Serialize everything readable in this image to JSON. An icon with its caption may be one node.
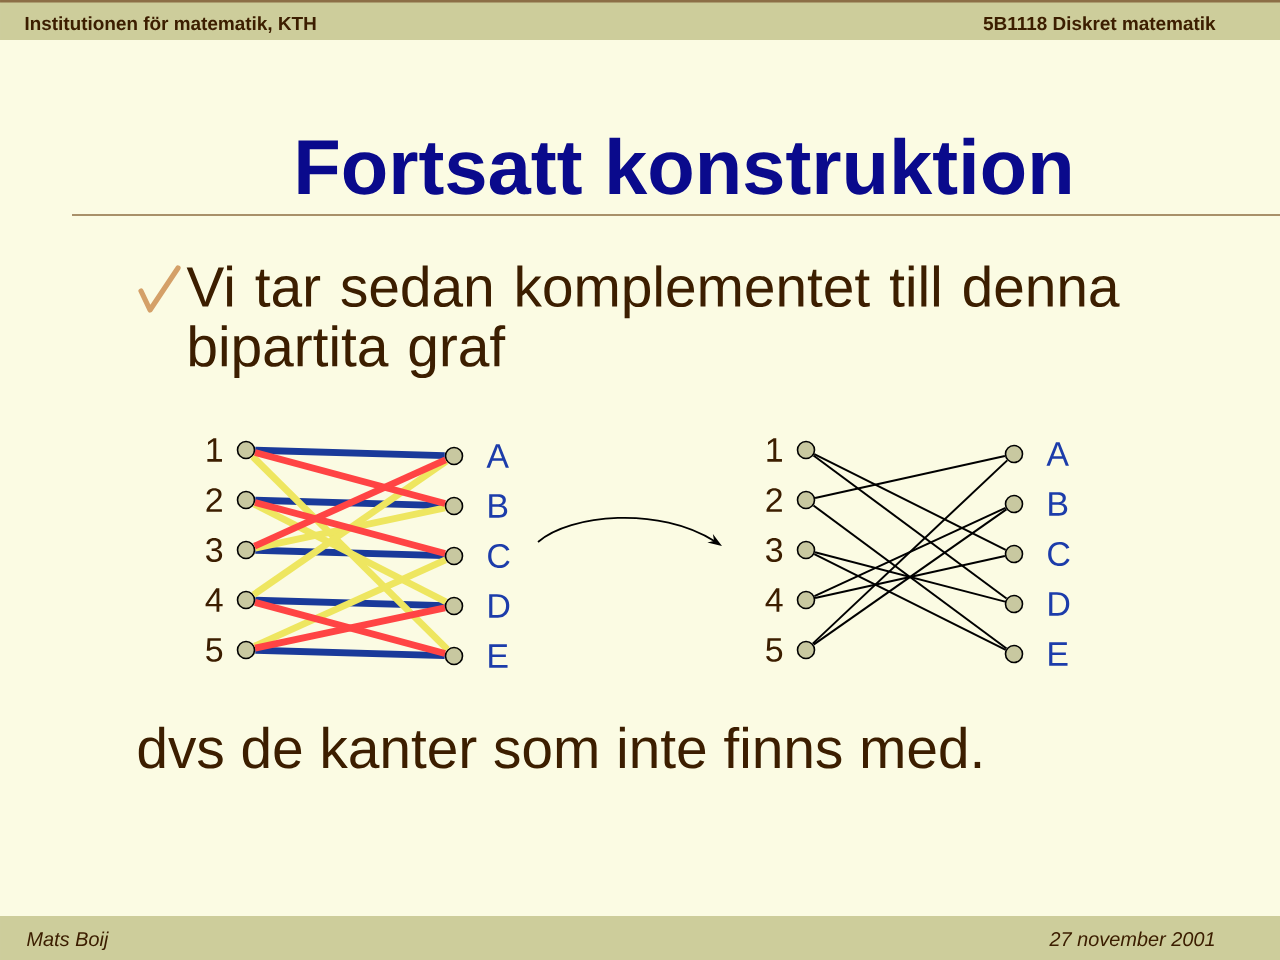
{
  "diagram": {
    "title": "Fortsatt konstruktion",
    "nodes": [
      {
        "text": [],
        "shape": "circle",
        "beside": [
          "1"
        ]
      },
      {
        "text": [],
        "shape": "circle",
        "beside": [
          "2"
        ]
      },
      {
        "text": [],
        "shape": "circle",
        "beside": [
          "3"
        ]
      },
      {
        "text": [],
        "shape": "circle",
        "beside": [
          "4"
        ]
      },
      {
        "text": [],
        "shape": "circle",
        "beside": [
          "5"
        ]
      },
      {
        "text": [],
        "shape": "circle",
        "beside": [
          "A"
        ]
      },
      {
        "text": [],
        "shape": "circle",
        "beside": [
          "B"
        ]
      },
      {
        "text": [],
        "shape": "circle",
        "beside": [
          "C"
        ]
      },
      {
        "text": [],
        "shape": "circle",
        "beside": [
          "D"
        ]
      },
      {
        "text": [],
        "shape": "circle",
        "beside": [
          "E"
        ]
      },
      {
        "text": [],
        "shape": "circle",
        "beside": [
          "1"
        ]
      },
      {
        "text": [],
        "shape": "circle",
        "beside": [
          "2"
        ]
      },
      {
        "text": [],
        "shape": "circle",
        "beside": [
          "3"
        ]
      },
      {
        "text": [],
        "shape": "circle",
        "beside": [
          "4"
        ]
      },
      {
        "text": [],
        "shape": "circle",
        "beside": [
          "5"
        ]
      },
      {
        "text": [],
        "shape": "circle",
        "beside": [
          "A"
        ]
      },
      {
        "text": [],
        "shape": "circle",
        "beside": [
          "B"
        ]
      },
      {
        "text": [],
        "shape": "circle",
        "beside": [
          "C"
        ]
      },
      {
        "text": [],
        "shape": "circle",
        "beside": [
          "D"
        ]
      },
      {
        "text": [],
        "shape": "circle",
        "beside": [
          "E"
        ]
      }
    ],
    "edges": [
      {
        "from": 0,
        "to": 5,
        "arrow": "none",
        "color": "#1a3a9a"
      },
      {
        "from": 1,
        "to": 6,
        "arrow": "none",
        "color": "#1a3a9a"
      },
      {
        "from": 2,
        "to": 7,
        "arrow": "none",
        "color": "#1a3a9a"
      },
      {
        "from": 3,
        "to": 8,
        "arrow": "none",
        "color": "#1a3a9a"
      },
      {
        "from": 4,
        "to": 9,
        "arrow": "none",
        "color": "#1a3a9a"
      },
      {
        "from": 0,
        "to": 9,
        "arrow": "none",
        "color": "#eee660"
      },
      {
        "from": 1,
        "to": 8,
        "arrow": "none",
        "color": "#eee660"
      },
      {
        "from": 2,
        "to": 6,
        "arrow": "none",
        "color": "#eee660"
      },
      {
        "from": 3,
        "to": 5,
        "arrow": "none",
        "color": "#eee660"
      },
      {
        "from": 4,
        "to": 7,
        "arrow": "none",
        "color": "#eee660"
      },
      {
        "from": 0,
        "to": 6,
        "arrow": "none",
        "color": "#ff4444"
      },
      {
        "from": 1,
        "to": 7,
        "arrow": "none",
        "color": "#ff4444"
      },
      {
        "from": 2,
        "to": 5,
        "arrow": "none",
        "color": "#ff4444"
      },
      {
        "from": 3,
        "to": 9,
        "arrow": "none",
        "color": "#ff4444"
      },
      {
        "from": 4,
        "to": 8,
        "arrow": "none",
        "color": "#ff4444"
      },
      {
        "from": 10,
        "to": 17,
        "arrow": "none"
      },
      {
        "from": 10,
        "to": 18,
        "arrow": "none"
      },
      {
        "from": 11,
        "to": 15,
        "arrow": "none"
      },
      {
        "from": 11,
        "to": 19,
        "arrow": "none"
      },
      {
        "from": 12,
        "to": 18,
        "arrow": "none"
      },
      {
        "from": 12,
        "to": 19,
        "arrow": "none"
      },
      {
        "from": 13,
        "to": 16,
        "arrow": "none"
      },
      {
        "from": 13,
        "to": 17,
        "arrow": "none"
      },
      {
        "from": 14,
        "to": 15,
        "arrow": "none"
      },
      {
        "from": 14,
        "to": 16,
        "arrow": "none"
      }
    ],
    "labels": [
      "Institutionen för matematik, KTH",
      "5B1118 Diskret matematik",
      "Vi tar sedan komplementet till denna bipartita graf",
      "dvs de kanter som inte finns med.",
      "Mats Boij",
      "27 november 2001"
    ]
  }
}
